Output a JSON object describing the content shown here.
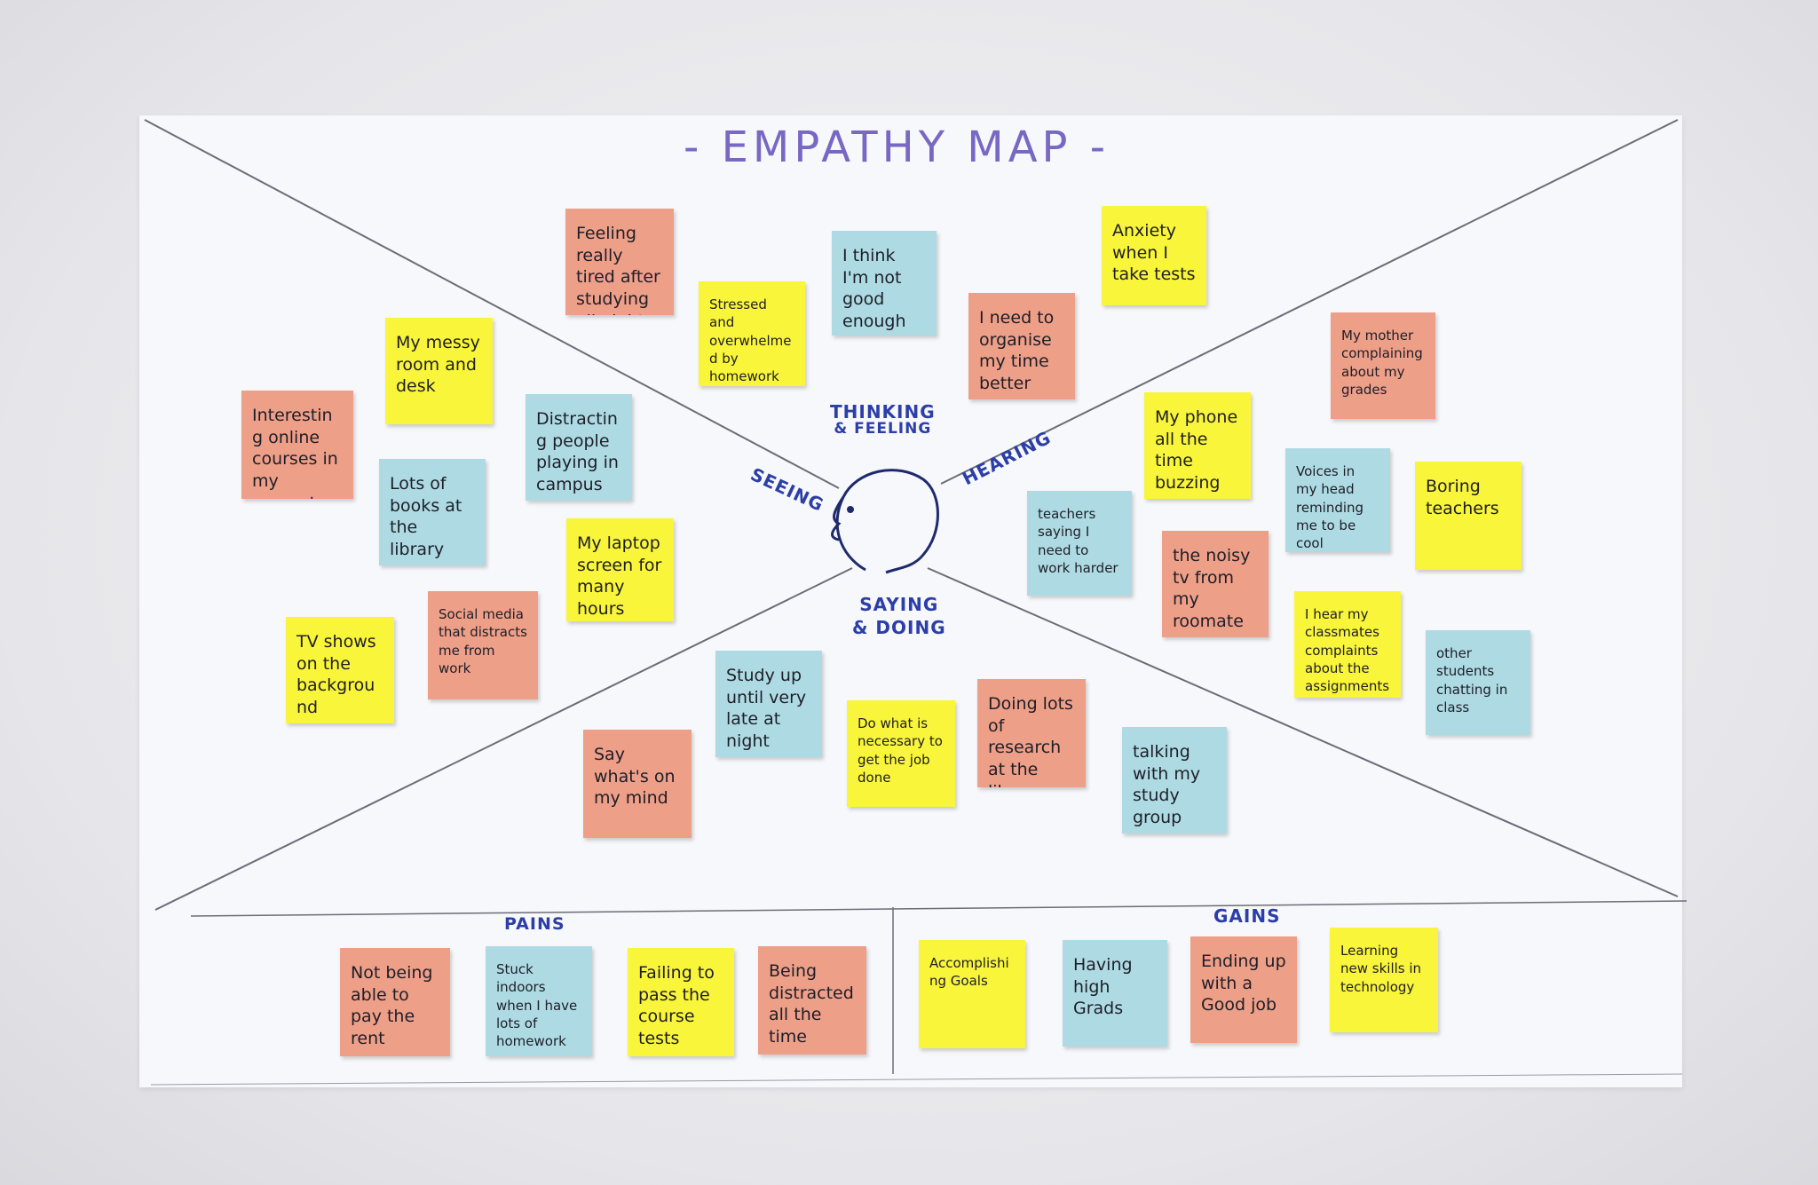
{
  "title": "- EMPATHY MAP -",
  "labels": {
    "thinking": [
      "THINKING",
      "& FEELING"
    ],
    "seeing": "SEEING",
    "hearing": "HEARING",
    "saying": [
      "SAYING",
      "& DOING"
    ],
    "pains": "PAINS",
    "gains": "GAINS"
  },
  "colors": {
    "yellow": "#f9f53a",
    "orange": "#ee9f88",
    "blue": "#aedbe3",
    "ink": "#2c3ea8",
    "title": "#7868c4"
  },
  "notes": {
    "thinking": [
      {
        "text": "Feeling really tired after studying all night",
        "color": "orange"
      },
      {
        "text": "Stressed and overwhelmed by homework deadlines",
        "color": "yellow"
      },
      {
        "text": "I think I'm not good enough",
        "color": "blue"
      },
      {
        "text": "I need to organise my time better",
        "color": "orange"
      },
      {
        "text": "Anxiety when I take tests",
        "color": "yellow"
      }
    ],
    "seeing": [
      {
        "text": "My messy room and desk",
        "color": "yellow"
      },
      {
        "text": "Interesting online courses in my computer",
        "color": "orange"
      },
      {
        "text": "Distracting people playing in campus",
        "color": "blue"
      },
      {
        "text": "Lots of books at the library",
        "color": "blue"
      },
      {
        "text": "My laptop screen for many hours",
        "color": "yellow"
      },
      {
        "text": "Social media that distracts me from work",
        "color": "orange"
      },
      {
        "text": "TV shows on the background",
        "color": "yellow"
      }
    ],
    "hearing": [
      {
        "text": "My mother complaining about my grades",
        "color": "orange"
      },
      {
        "text": "My phone all the time buzzing",
        "color": "yellow"
      },
      {
        "text": "Voices in my head reminding me to be cool",
        "color": "blue"
      },
      {
        "text": "Boring teachers",
        "color": "yellow"
      },
      {
        "text": "teachers saying I need to work harder",
        "color": "blue"
      },
      {
        "text": "the noisy tv from my roomate",
        "color": "orange"
      },
      {
        "text": "I hear my classmates complaints about the assignments",
        "color": "yellow"
      },
      {
        "text": "other students chatting in class",
        "color": "blue"
      }
    ],
    "saying": [
      {
        "text": "Study up until very late at night",
        "color": "blue"
      },
      {
        "text": "Say what's on my mind",
        "color": "orange"
      },
      {
        "text": "Do what is necessary to get the job done",
        "color": "yellow"
      },
      {
        "text": "Doing lots of research at the library",
        "color": "orange"
      },
      {
        "text": "talking with my study group",
        "color": "blue"
      }
    ],
    "pains": [
      {
        "text": "Not being able to pay the rent",
        "color": "orange"
      },
      {
        "text": "Stuck indoors when I have lots of homework",
        "color": "blue"
      },
      {
        "text": "Failing to pass the course tests",
        "color": "yellow"
      },
      {
        "text": "Being distracted all the time",
        "color": "orange"
      }
    ],
    "gains": [
      {
        "text": "Accomplishing Goals",
        "color": "yellow"
      },
      {
        "text": "Having high Grads",
        "color": "blue"
      },
      {
        "text": "Ending up with a Good job",
        "color": "orange"
      },
      {
        "text": "Learning new skills in technology",
        "color": "yellow"
      }
    ]
  }
}
